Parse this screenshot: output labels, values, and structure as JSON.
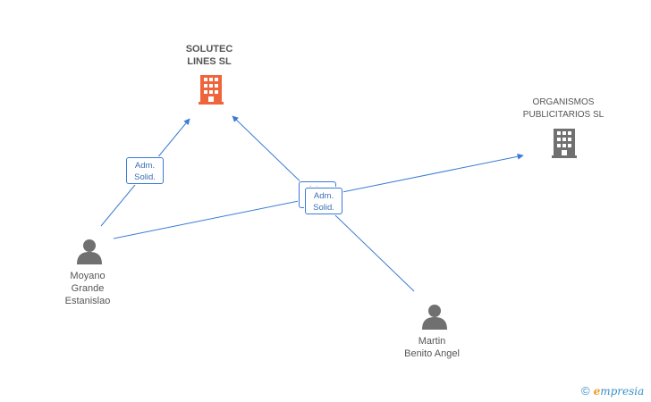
{
  "nodes": {
    "solutec": {
      "name_line1": "SOLUTEC",
      "name_line2": "LINES SL",
      "color": "#f0643c"
    },
    "organismos": {
      "name_line1": "ORGANISMOS",
      "name_line2": "PUBLICITARIOS SL",
      "color": "#707070"
    },
    "moyano": {
      "name_line1": "Moyano",
      "name_line2": "Grande",
      "name_line3": "Estanislao"
    },
    "martin": {
      "name_line1": "Martin",
      "name_line2": "Benito Angel"
    }
  },
  "roles": {
    "moyano_solutec": {
      "line1": "Adm.",
      "line2": "Solid."
    },
    "center_front": {
      "line1": "Adm.",
      "line2": "Solid."
    },
    "center_back": {
      "line1": "Adm."
    }
  },
  "colors": {
    "edge": "#3a7bd5",
    "person": "#707070"
  },
  "brand": {
    "copyright": "©",
    "e": "e",
    "rest": "mpresia"
  }
}
